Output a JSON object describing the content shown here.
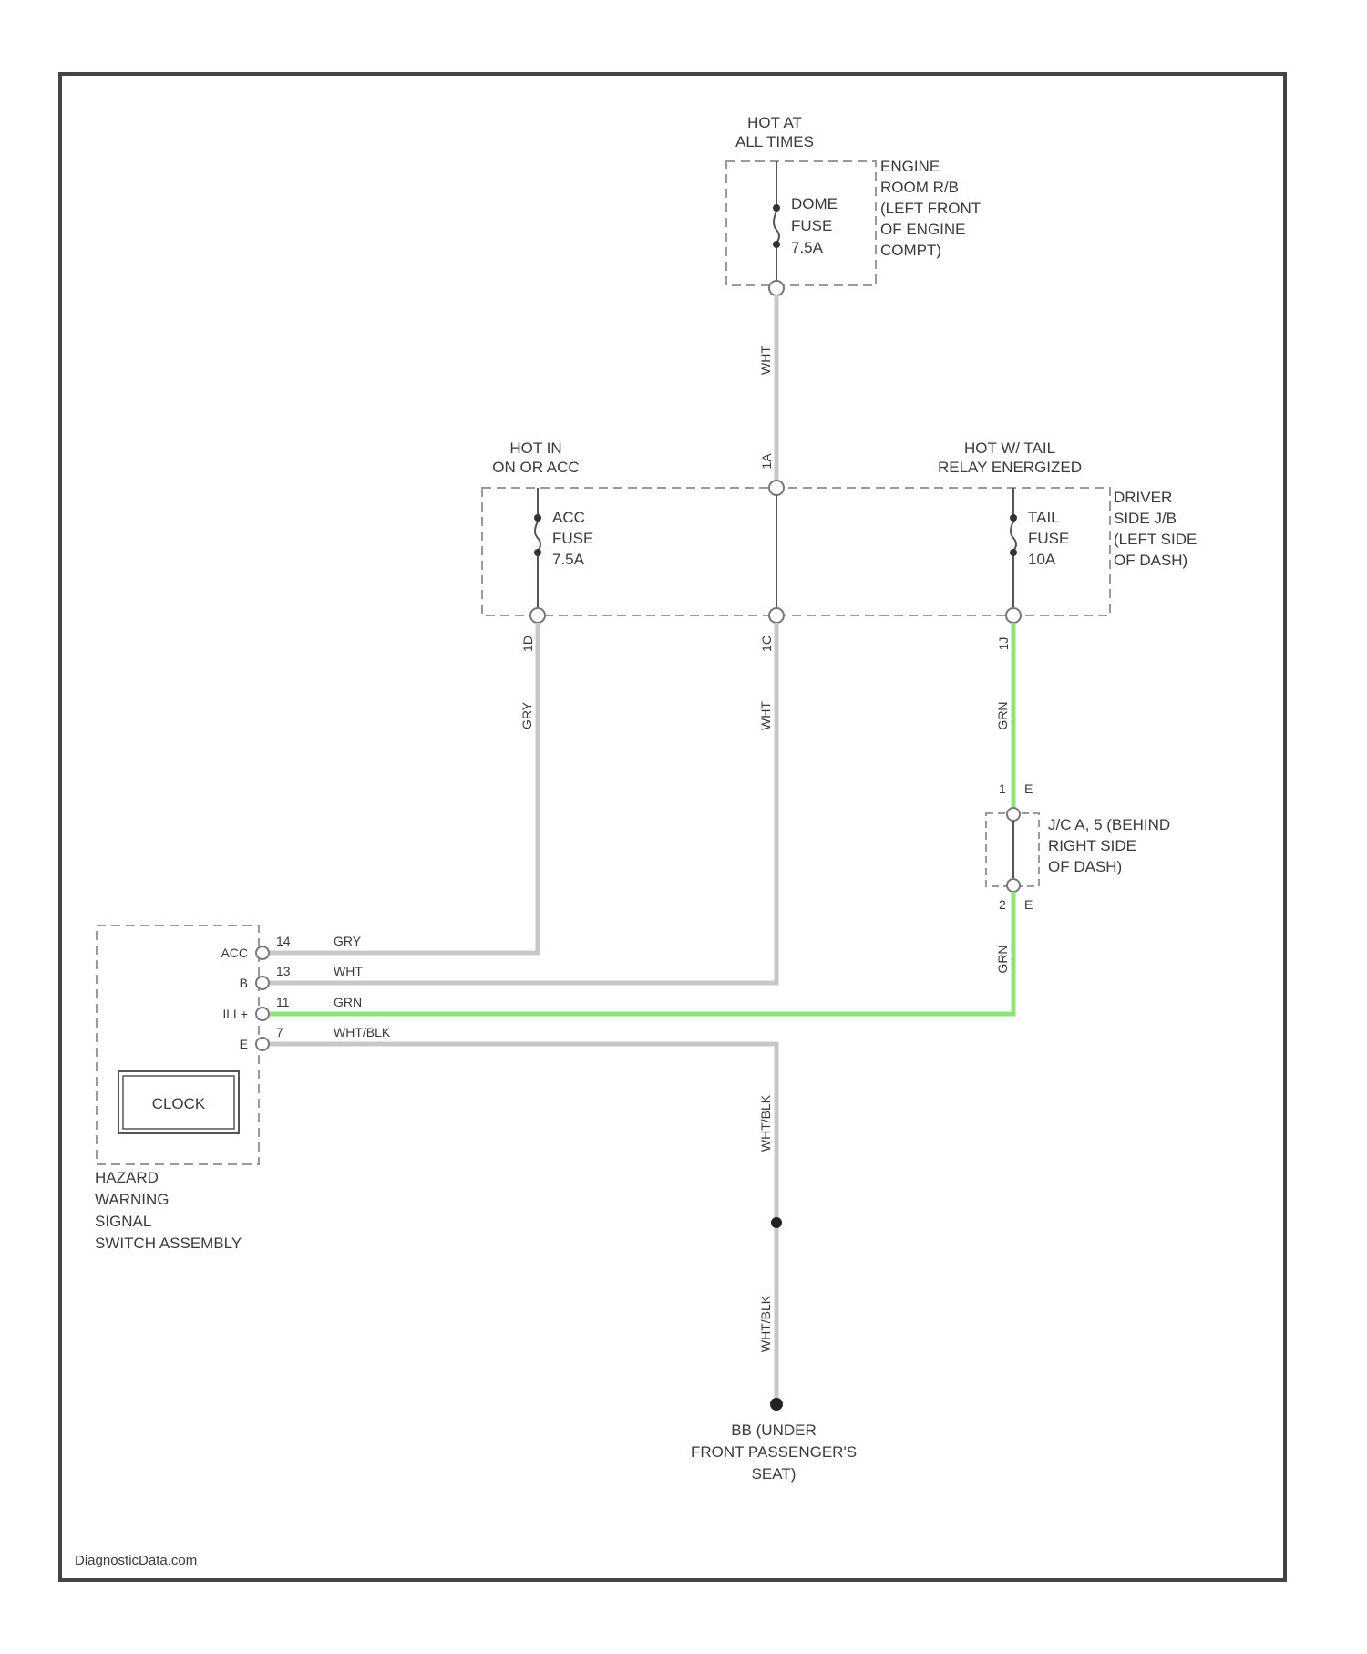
{
  "watermark": "DiagnosticData.com",
  "colors": {
    "wire": "#c8c8c8",
    "highlight": "#8fe37a",
    "line": "#555555",
    "dash": "#9a9a9a",
    "frame": "#444444"
  },
  "power_sources": {
    "hot_at_all_times": [
      "HOT AT",
      "ALL TIMES"
    ],
    "hot_in_on_or_acc": [
      "HOT IN",
      "ON OR ACC"
    ],
    "hot_w_tail_relay": [
      "HOT W/ TAIL",
      "RELAY ENERGIZED"
    ]
  },
  "engine_room_jb": {
    "label": [
      "ENGINE",
      "ROOM R/B",
      "(LEFT FRONT",
      "OF ENGINE",
      "COMPT)"
    ],
    "fuse": [
      "DOME",
      "FUSE",
      "7.5A"
    ]
  },
  "driver_side_jb": {
    "label": [
      "DRIVER",
      "SIDE J/B",
      "(LEFT SIDE",
      "OF DASH)"
    ],
    "acc_fuse": [
      "ACC",
      "FUSE",
      "7.5A"
    ],
    "tail_fuse": [
      "TAIL",
      "FUSE",
      "10A"
    ],
    "connector_top": "1A",
    "acc_out": "1D",
    "b_out": "1C",
    "tail_out": "1J"
  },
  "junction_connector": {
    "label": [
      "J/C A, 5 (BEHIND",
      "RIGHT SIDE",
      "OF DASH)"
    ],
    "pin_top": "1",
    "pin_top_side": "E",
    "pin_bottom": "2",
    "pin_bottom_side": "E"
  },
  "wire_colors": {
    "dome": "WHT",
    "acc": "GRY",
    "b": "WHT",
    "tail_upper": "GRN",
    "tail_lower": "GRN",
    "ground_upper": "WHT/BLK",
    "ground_lower": "WHT/BLK"
  },
  "hazard_switch": {
    "label": [
      "HAZARD",
      "WARNING",
      "SIGNAL",
      "SWITCH ASSEMBLY"
    ],
    "clock": "CLOCK",
    "pins": [
      {
        "name": "ACC",
        "num": "14",
        "color": "GRY"
      },
      {
        "name": "B",
        "num": "13",
        "color": "WHT"
      },
      {
        "name": "ILL+",
        "num": "11",
        "color": "GRN"
      },
      {
        "name": "E",
        "num": "7",
        "color": "WHT/BLK"
      }
    ]
  },
  "ground": {
    "label": [
      "BB (UNDER",
      "FRONT PASSENGER'S",
      "SEAT)"
    ]
  }
}
